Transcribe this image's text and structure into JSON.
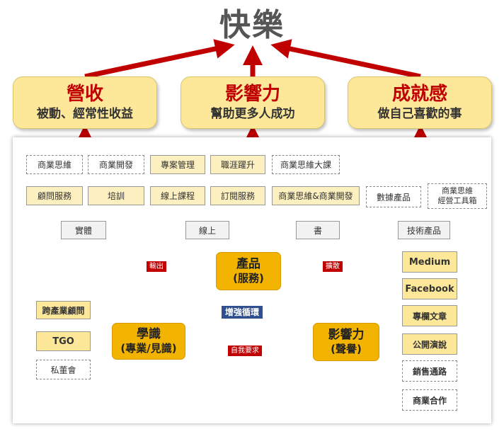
{
  "title": "快樂",
  "top_boxes": [
    {
      "heading": "營收",
      "sub": "被動、經常性收益"
    },
    {
      "heading": "影響力",
      "sub": "幫助更多人成功"
    },
    {
      "heading": "成就感",
      "sub": "做自己喜歡的事"
    }
  ],
  "row1": [
    "商業思維",
    "商業開發",
    "專案管理",
    "職涯躍升",
    "商業思維大課"
  ],
  "row2": [
    "顧問服務",
    "培訓",
    "線上課程",
    "訂閱服務",
    "商業思維&商業開發",
    "數據產品",
    "商業思維\n經營工具箱"
  ],
  "categories": [
    "實體",
    "線上",
    "書",
    "技術產品"
  ],
  "core": {
    "product": "產品",
    "product_sub": "(服務)",
    "knowledge": "學識",
    "knowledge_sub": "(專業/見識)",
    "influence": "影響力",
    "influence_sub": "(聲譽)"
  },
  "labels": {
    "output": "輸出",
    "spread": "擴散",
    "self_demand": "自我要求",
    "loop": "增強循環"
  },
  "left_items": [
    "跨產業顧問",
    "TGO",
    "私董會"
  ],
  "right_items": [
    "Medium",
    "Facebook",
    "專欄文章",
    "公開演說",
    "銷售通路",
    "商業合作"
  ],
  "colors": {
    "arrow_red": "#c00000",
    "box_yellow": "#fde89a",
    "core_orange": "#f2b400",
    "loop_blue": "#2f4f8f"
  }
}
